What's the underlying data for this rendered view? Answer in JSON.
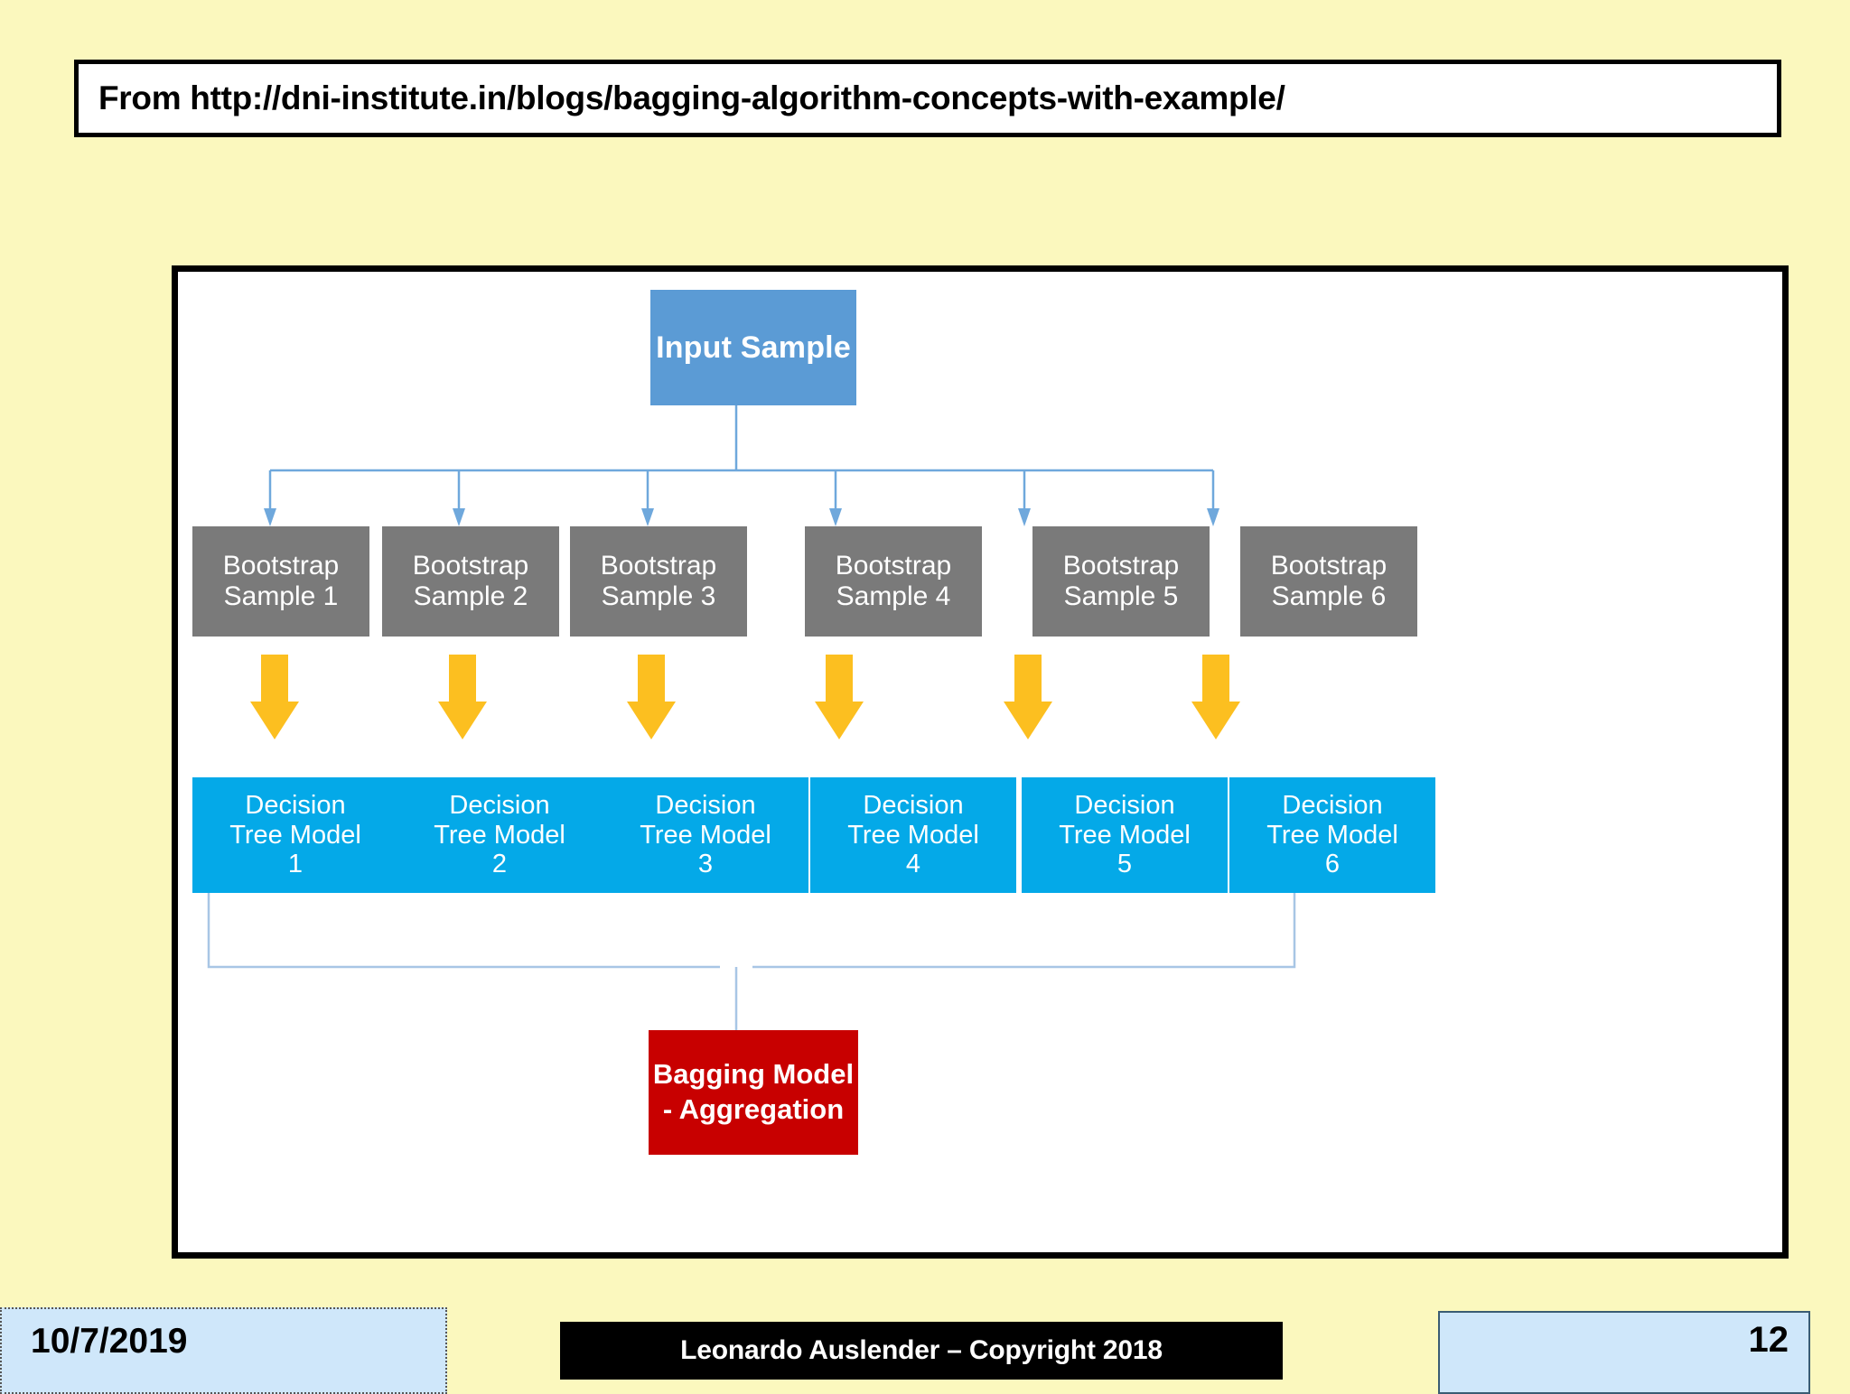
{
  "header": {
    "text": "From http://dni-institute.in/blogs/bagging-algorithm-concepts-with-example/"
  },
  "diagram": {
    "title": "Bagging algorithm flow diagram",
    "input_node": {
      "label": "Input Sample",
      "color": "#5B9BD5"
    },
    "bootstrap_nodes": [
      {
        "line1": "Bootstrap",
        "line2": "Sample 1"
      },
      {
        "line1": "Bootstrap",
        "line2": "Sample 2"
      },
      {
        "line1": "Bootstrap",
        "line2": "Sample 3"
      },
      {
        "line1": "Bootstrap",
        "line2": "Sample 4"
      },
      {
        "line1": "Bootstrap",
        "line2": "Sample 5"
      },
      {
        "line1": "Bootstrap",
        "line2": "Sample 6"
      }
    ],
    "bootstrap_color": "#7A7A7A",
    "tree_nodes": [
      {
        "line1": "Decision",
        "line2": "Tree Model",
        "line3": "1"
      },
      {
        "line1": "Decision",
        "line2": "Tree Model",
        "line3": "2"
      },
      {
        "line1": "Decision",
        "line2": "Tree Model",
        "line3": "3"
      },
      {
        "line1": "Decision",
        "line2": "Tree Model",
        "line3": "4"
      },
      {
        "line1": "Decision",
        "line2": "Tree Model",
        "line3": "5"
      },
      {
        "line1": "Decision",
        "line2": "Tree Model",
        "line3": "6"
      }
    ],
    "tree_color": "#04A9E8",
    "aggregation_node": {
      "line1": "Bagging Model",
      "line2": "- Aggregation",
      "color": "#C80000"
    },
    "arrow_color": "#FCBF20",
    "connector_color": "#5B9BD5",
    "arrow_count": 6
  },
  "footer": {
    "date": "10/7/2019",
    "credit": "Leonardo Auslender – Copyright 2018",
    "page_number": "12"
  },
  "theme": {
    "background": "#FBF8BE",
    "frame_border": "#000000",
    "footer_box": "#CFE7FA"
  }
}
